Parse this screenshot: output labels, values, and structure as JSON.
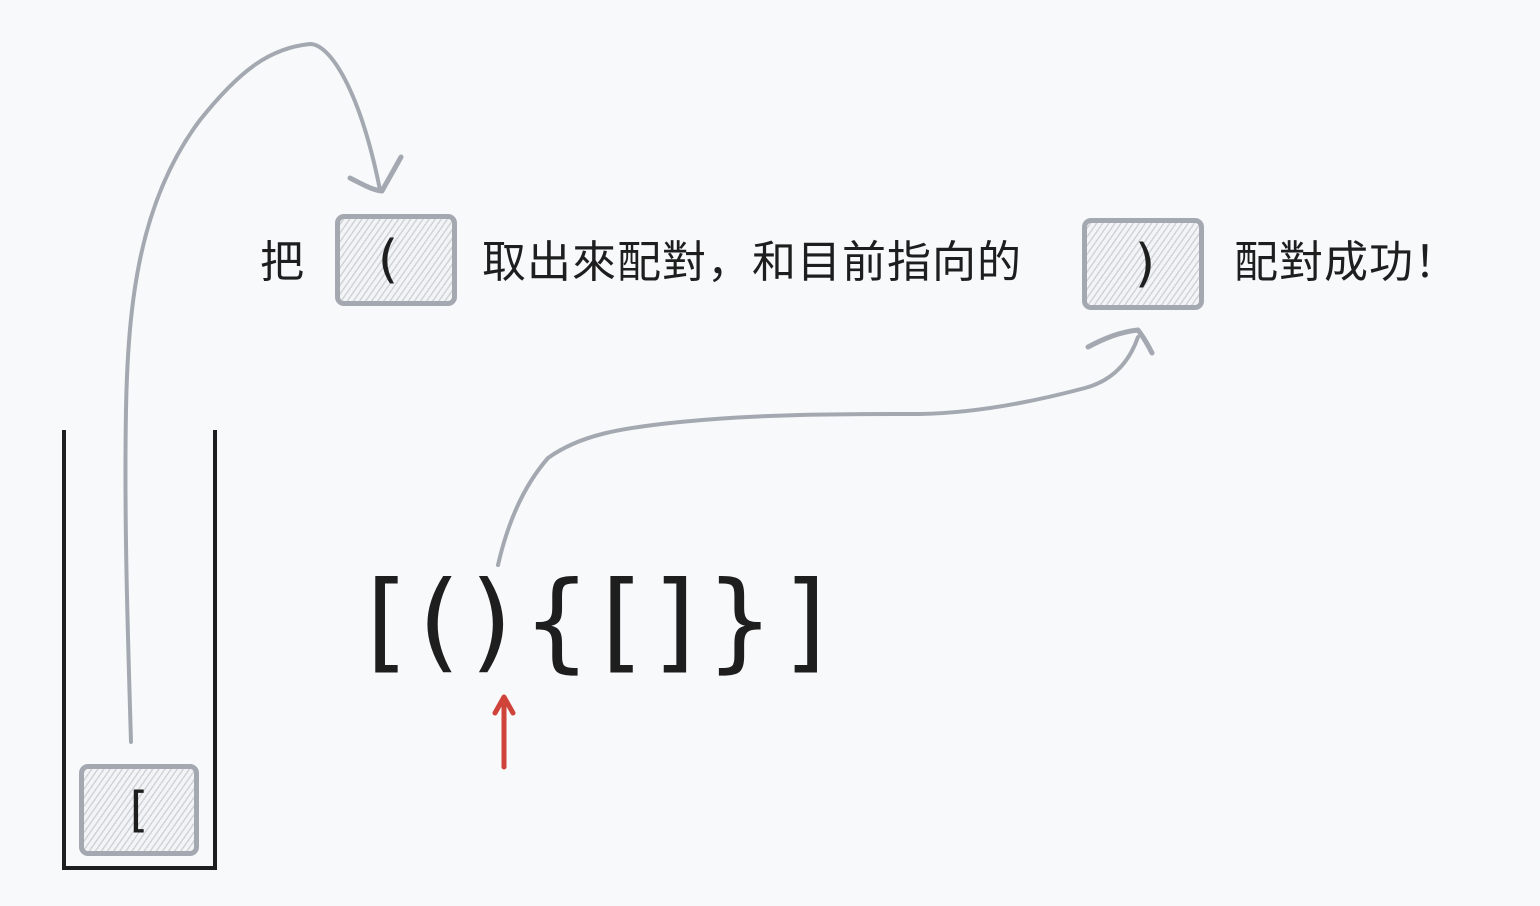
{
  "caption": {
    "seg1": "把",
    "popped_token": "(",
    "seg2": "取出來配對，和目前指向的",
    "current_token": ")",
    "seg3": "配對成功！"
  },
  "input_string": {
    "chars": [
      "[",
      "(",
      ")",
      "{",
      "[",
      "]",
      "}",
      "]"
    ],
    "text": "[(){[]}]",
    "pointer_index": 2
  },
  "stack": {
    "items": [
      "["
    ]
  },
  "colors": {
    "background": "#f8f9fb",
    "ink": "#1e1e1e",
    "arrow_gray": "#a4a9b1",
    "pointer_red": "#d0433a",
    "box_border": "#a4a9b1"
  }
}
